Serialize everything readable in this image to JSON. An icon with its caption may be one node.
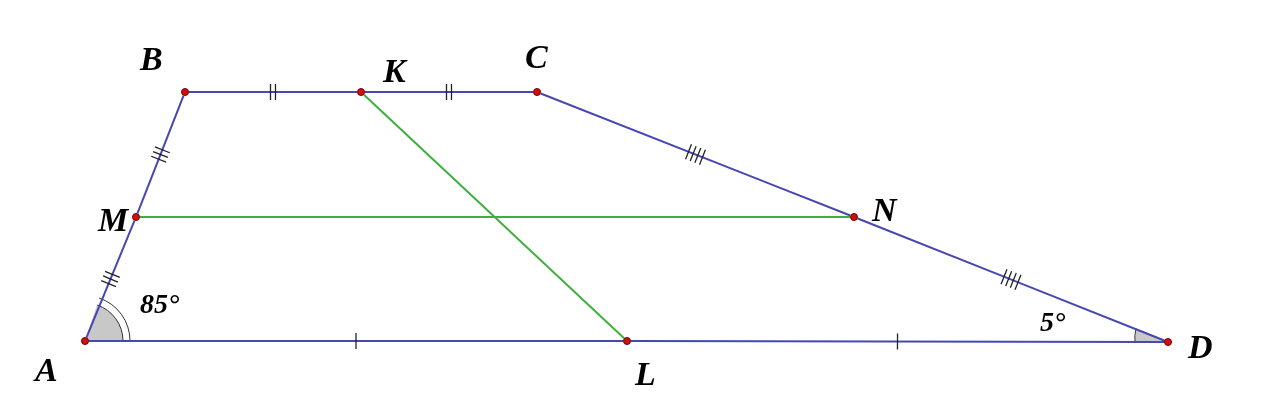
{
  "diagram": {
    "nodes": [
      {
        "text": [
          "B"
        ]
      },
      {
        "text": [
          "K"
        ]
      },
      {
        "text": [
          "C"
        ]
      },
      {
        "text": [
          "M"
        ]
      },
      {
        "text": [
          "N"
        ]
      },
      {
        "text": [
          "A"
        ]
      },
      {
        "text": [
          "L"
        ]
      },
      {
        "text": [
          "D"
        ]
      }
    ],
    "edges": [
      {
        "from": 0,
        "to": 1,
        "arrow": "none"
      },
      {
        "from": 1,
        "to": 2,
        "arrow": "none"
      },
      {
        "from": 0,
        "to": 3,
        "arrow": "none"
      },
      {
        "from": 3,
        "to": 5,
        "arrow": "none"
      },
      {
        "from": 2,
        "to": 4,
        "arrow": "none"
      },
      {
        "from": 4,
        "to": 7,
        "arrow": "none"
      },
      {
        "from": 5,
        "to": 6,
        "arrow": "none"
      },
      {
        "from": 6,
        "to": 7,
        "arrow": "none"
      },
      {
        "from": 3,
        "to": 4,
        "arrow": "none",
        "color": "#3cb03c"
      },
      {
        "from": 1,
        "to": 6,
        "arrow": "none",
        "color": "#3cb03c"
      }
    ],
    "labels": [
      "85°",
      "5°"
    ]
  }
}
